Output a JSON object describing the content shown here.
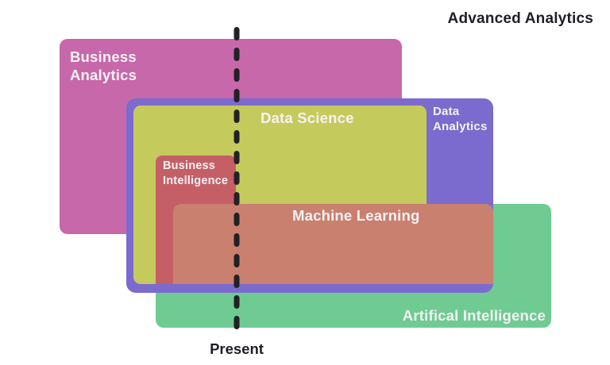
{
  "header": {
    "title": "Advanced Analytics"
  },
  "timeline": {
    "label": "Present",
    "dash_color": "#222226"
  },
  "regions": {
    "business_analytics": {
      "label": "Business Analytics",
      "color": "#c768aa"
    },
    "artifical_intelligence": {
      "label": "Artifical Intelligence",
      "color": "#6fcb92"
    },
    "data_analytics": {
      "label": "Data Analytics",
      "color": "#7b6bce"
    },
    "data_science": {
      "label": "Data Science",
      "color": "#c5ca5c"
    },
    "business_intelligence": {
      "label": "Business Intelligence",
      "color": "#c55f66"
    },
    "machine_learning": {
      "label": "Machine Learning",
      "color": "#ca806f"
    }
  },
  "colors": {
    "background": "#ffffff",
    "label_text": "#f5f2f5",
    "dark_text": "#1e1e26"
  }
}
